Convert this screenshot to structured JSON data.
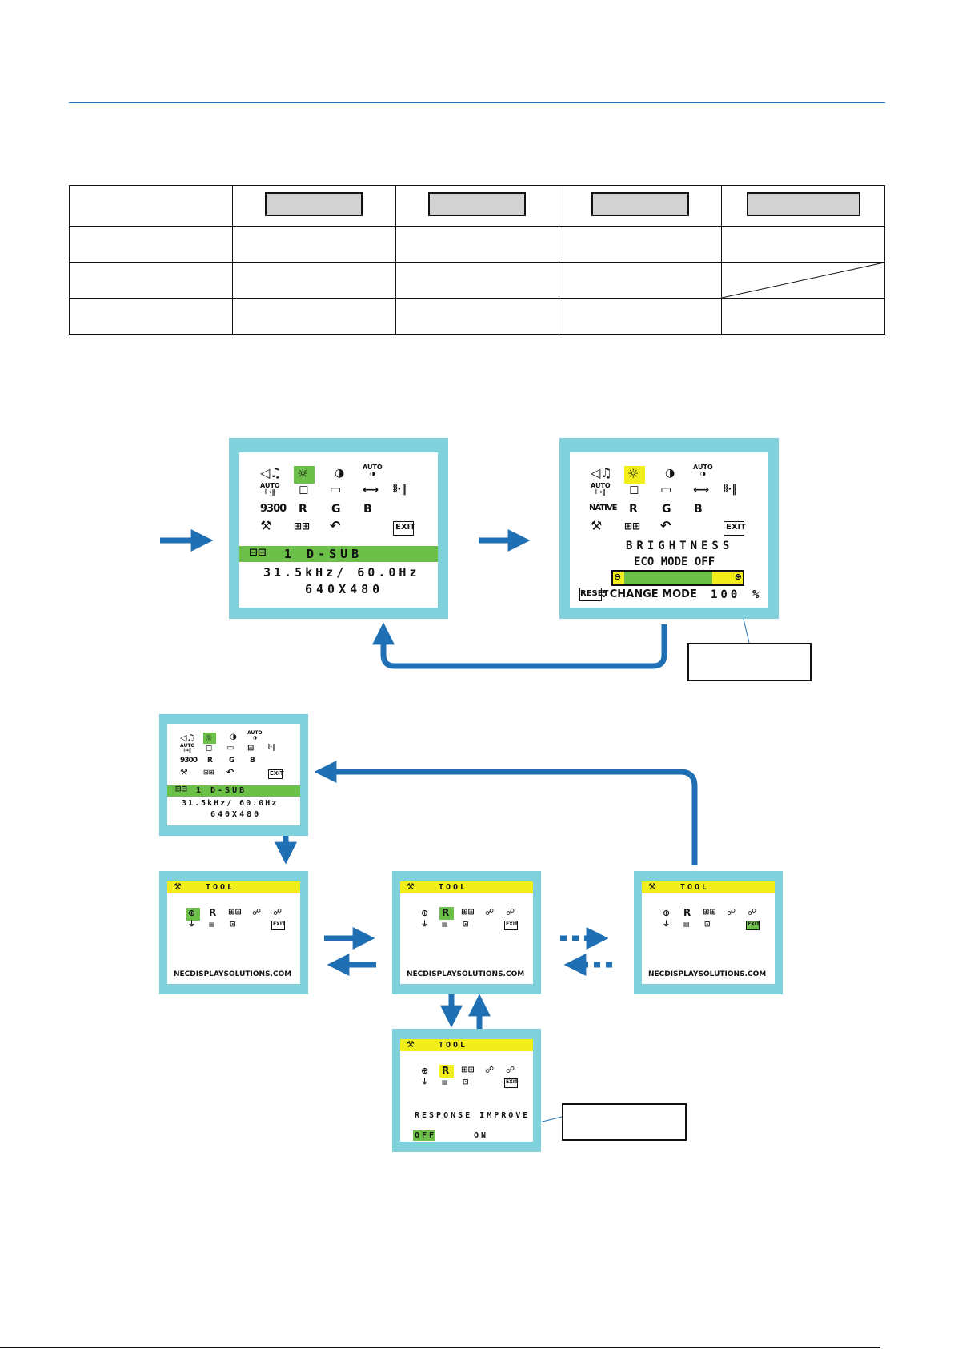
{
  "colors": {
    "accent": "#1f6fb4",
    "osd_frame": "#7fd1dc",
    "osd_highlight_green": "#6cc04a",
    "osd_highlight_yellow": "#f1ee1b"
  },
  "screen1": {
    "input_label": "1 D-SUB",
    "frequency": "31.5kHz/ 60.0Hz",
    "resolution": "640X480"
  },
  "screen2": {
    "icon_row3_first": "NATIVE",
    "title": "BRIGHTNESS",
    "eco_mode": "ECO MODE OFF",
    "reset_key": "RESET",
    "reset_text": ": CHANGE MODE",
    "value": "100",
    "unit": "%"
  },
  "osd_icons": {
    "auto": "AUTO",
    "preset_9300": "9300",
    "r": "R",
    "g": "G",
    "b": "B",
    "exit": "EXIT"
  },
  "tool_menu": {
    "title": "TOOL",
    "website": "NECDISPLAYSOLUTIONS.COM",
    "response_improve": "RESPONSE IMPROVE",
    "off": "OFF",
    "on": "ON"
  }
}
